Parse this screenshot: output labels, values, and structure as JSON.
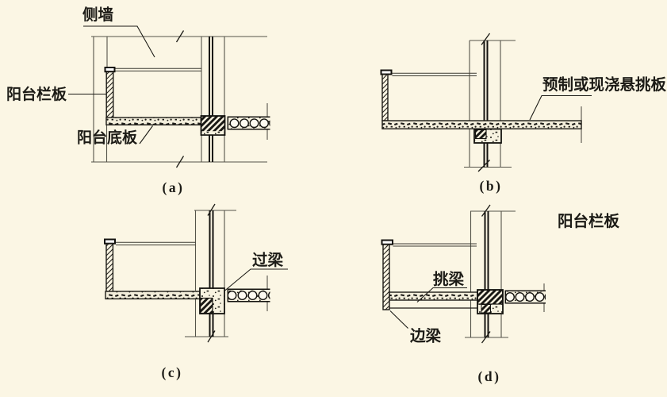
{
  "page": {
    "type": "architectural-detail-figure",
    "background_color": "#fbf6e4",
    "line_color": "#1c1b16",
    "thin_line_color": "#55544a"
  },
  "figure": {
    "panels": [
      {
        "caption": "(a)",
        "labels": {
          "side_wall": "侧墙",
          "balcony_parapet": "阳台栏板",
          "balcony_bottom_slab": "阳台底板"
        }
      },
      {
        "caption": "(b)",
        "labels": {
          "precast_or_castinplace_cantilever_slab": "预制或现浇悬挑板"
        }
      },
      {
        "caption": "(c)",
        "labels": {
          "lintel": "过梁"
        }
      },
      {
        "caption": "(d)",
        "labels": {
          "balcony_parapet": "阳台栏板",
          "cantilever_beam": "挑梁",
          "edge_beam": "边梁"
        }
      }
    ]
  }
}
